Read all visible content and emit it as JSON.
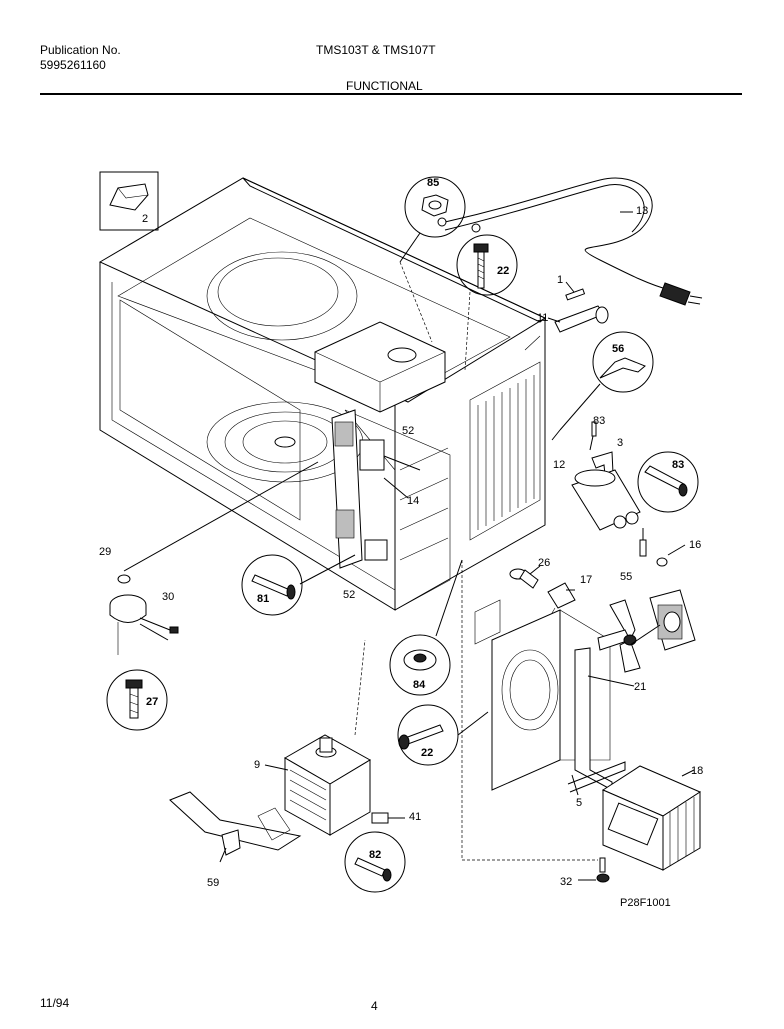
{
  "header": {
    "publication_label": "Publication No.",
    "publication_number": "5995261160",
    "models": "TMS103T & TMS107T",
    "section": "FUNCTIONAL"
  },
  "diagram": {
    "drawing_number": "P28F1001",
    "part_labels": {
      "p1": "1",
      "p2": "2",
      "p3": "3",
      "p5": "5",
      "p9": "9",
      "p11": "11",
      "p12": "12",
      "p13": "13",
      "p14": "14",
      "p16": "16",
      "p17": "17",
      "p18": "18",
      "p21": "21",
      "p22a": "22",
      "p22b": "22",
      "p26": "26",
      "p27": "27",
      "p29": "29",
      "p30": "30",
      "p32": "32",
      "p41": "41",
      "p52a": "52",
      "p52b": "52",
      "p55": "55",
      "p56": "56",
      "p59": "59",
      "p81": "81",
      "p82": "82",
      "p83a": "83",
      "p83b": "83",
      "p84": "84",
      "p85": "85"
    }
  },
  "footer": {
    "date": "11/94",
    "page": "4"
  }
}
